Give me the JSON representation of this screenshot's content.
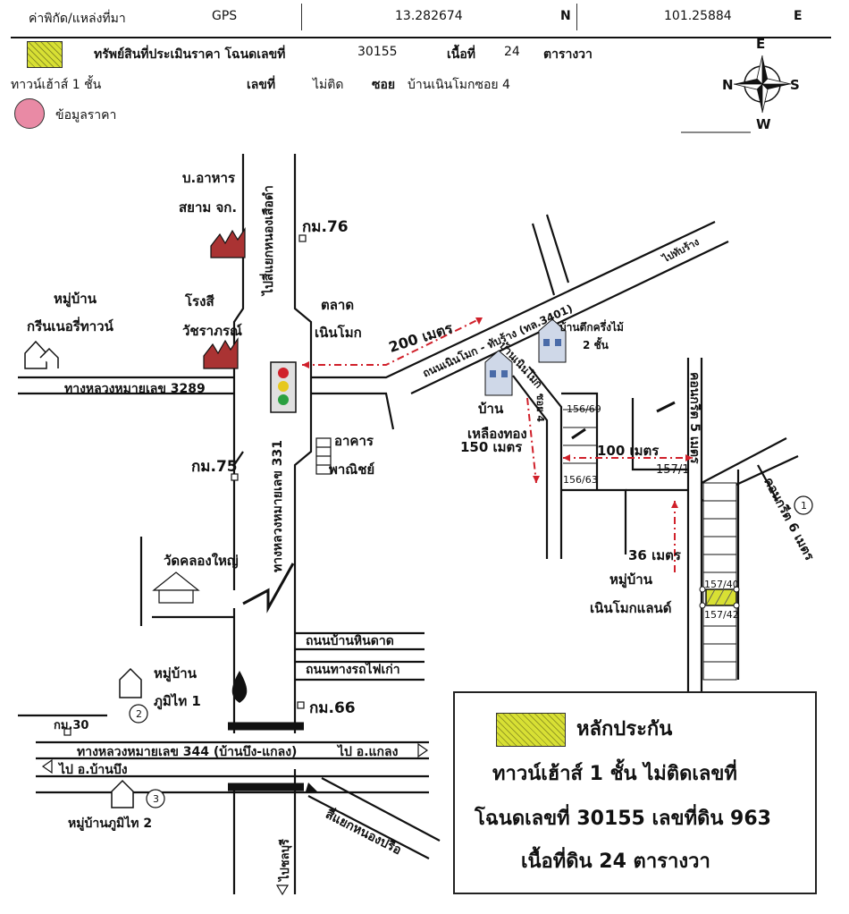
{
  "header": {
    "coord_label": "ค่าพิกัด/แหล่งที่มา",
    "source": "GPS",
    "lat": "13.282674",
    "lat_dir": "N",
    "lon": "101.25884",
    "lon_dir": "E"
  },
  "property": {
    "title_label": "ทรัพย์สินที่ประเมินราคา โฉนดเลขที่",
    "deed_no": "30155",
    "area_label": "เนื้อที่",
    "area_value": "24",
    "area_unit": "ตารางวา",
    "type": "ทาวน์เฮ้าส์ 1 ชั้น",
    "number_label": "เลขที่",
    "number_value": "ไม่ติด",
    "soi_label": "ซอย",
    "soi_value": "บ้านเนินโมกซอย 4",
    "price_info_label": "ข้อมูลราคา"
  },
  "compass": {
    "n": "N",
    "s": "S",
    "e": "E",
    "w": "W"
  },
  "colors": {
    "subject": "#d8e034",
    "price_marker": "#e98aa5",
    "route": "#d0202a"
  },
  "map_labels": {
    "food_company_1": "บ.อาหาร",
    "food_company_2": "สยาม จก.",
    "km76": "กม.76",
    "to_yaek_nong_seued": "ไปสี่แยกหนองเสือดำ",
    "dye_factory_1": "โรงสี",
    "dye_factory_2": "วัชราภรณ์",
    "market_1": "ตลาด",
    "market_2": "เนินโมก",
    "village_green_1": "หมู่บ้าน",
    "village_green_2": "กรีนเนอรี่ทาวน์",
    "hwy3289": "ทางหลวงหมายเลข 3289",
    "dist200": "200 เมตร",
    "road3401": "ถนนเนินโมก - ทับร้าง (ทล.3401)",
    "to_thap_rang": "ไปทับร้าง",
    "house_wood_1": "บ้านตึกครึ่งไม้",
    "house_wood_2": "2 ชั้น",
    "soi_ban_noen_mok": "บ้านเนินโมก",
    "soi4": "ซอย 4",
    "house_yellow_1": "บ้าน",
    "house_yellow_2": "เหลืองทอง",
    "dist150": "150 เมตร",
    "dist100": "100 เมตร",
    "lot156_69": "156/69",
    "lot156_63": "156/63",
    "lot157_1": "157/1",
    "concrete5": "คอนกรีต 5 เมตร",
    "concrete6": "คอนกรีต 6 เมตร",
    "hwy331": "ทางหลวงหมายเลข 331",
    "km75": "กม.75",
    "commercial_1": "อาคาร",
    "commercial_2": "พาณิชย์",
    "dist36": "36 เมตร",
    "village_noen_1": "หมู่บ้าน",
    "village_noen_2": "เนินโมกแลนด์",
    "lot157_40": "157/40",
    "lot157_42": "157/42",
    "wat": "วัดคลองใหญ่",
    "rd_hin_dat": "ถนนบ้านหินดาด",
    "rd_railway": "ถนนทางรถไฟเก่า",
    "village_phumthai1_1": "หมู่บ้าน",
    "village_phumthai1_2": "ภูมิไท 1",
    "km66": "กม.66",
    "km30": "กม.30",
    "hwy344": "ทางหลวงหมายเลข 344 (บ้านบึง-แกลง)",
    "to_klaeng": "ไป อ.แกลง",
    "to_ban_bueng": "ไป อ.บ้านบึง",
    "to_nong_prue": "สี่แยกหนองปรือ",
    "village_phumthai2": "หมู่บ้านภูมิไท 2",
    "to_south": "ไปชลบุรี",
    "circle1": "1",
    "circle2": "2",
    "circle3": "3"
  },
  "legend": {
    "title": "หลักประกัน",
    "line1": "ทาวน์เฮ้าส์ 1 ชั้น ไม่ติดเลขที่",
    "line2": "โฉนดเลขที่ 30155 เลขที่ดิน 963",
    "line3": "เนื้อที่ดิน 24 ตารางวา"
  }
}
